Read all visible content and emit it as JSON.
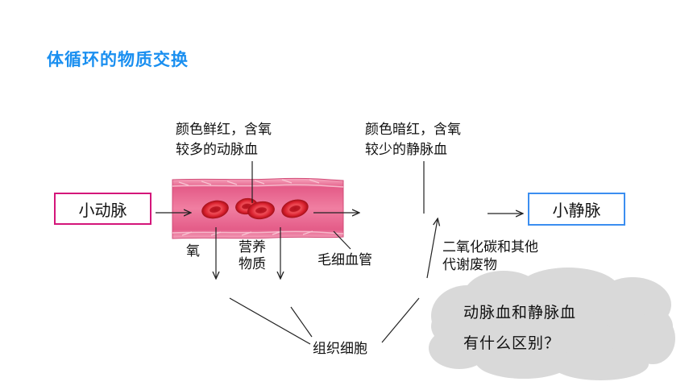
{
  "title": "体循环的物质交换",
  "artery_box": "小动脉",
  "vein_box": "小静脉",
  "arterial_blood": [
    "颜色鲜红，含氧",
    "较多的动脉血"
  ],
  "venous_blood": [
    "颜色暗红，含氧",
    "较少的静脉血"
  ],
  "oxygen": "氧",
  "nutrients": [
    "营养",
    "物质"
  ],
  "capillary": "毛细血管",
  "wastes": [
    "二氧化碳和其他",
    "代谢废物"
  ],
  "tissue_cells": "组织细胞",
  "question": [
    "动脉血和静脉血",
    "有什么区别？"
  ],
  "colors": {
    "title": "#1a8ff0",
    "artery_border": "#d4157a",
    "vein_border": "#3b8ef0",
    "vessel": "#e8668f",
    "cell": "#d8202e",
    "cloud": "#d9d9d9"
  }
}
